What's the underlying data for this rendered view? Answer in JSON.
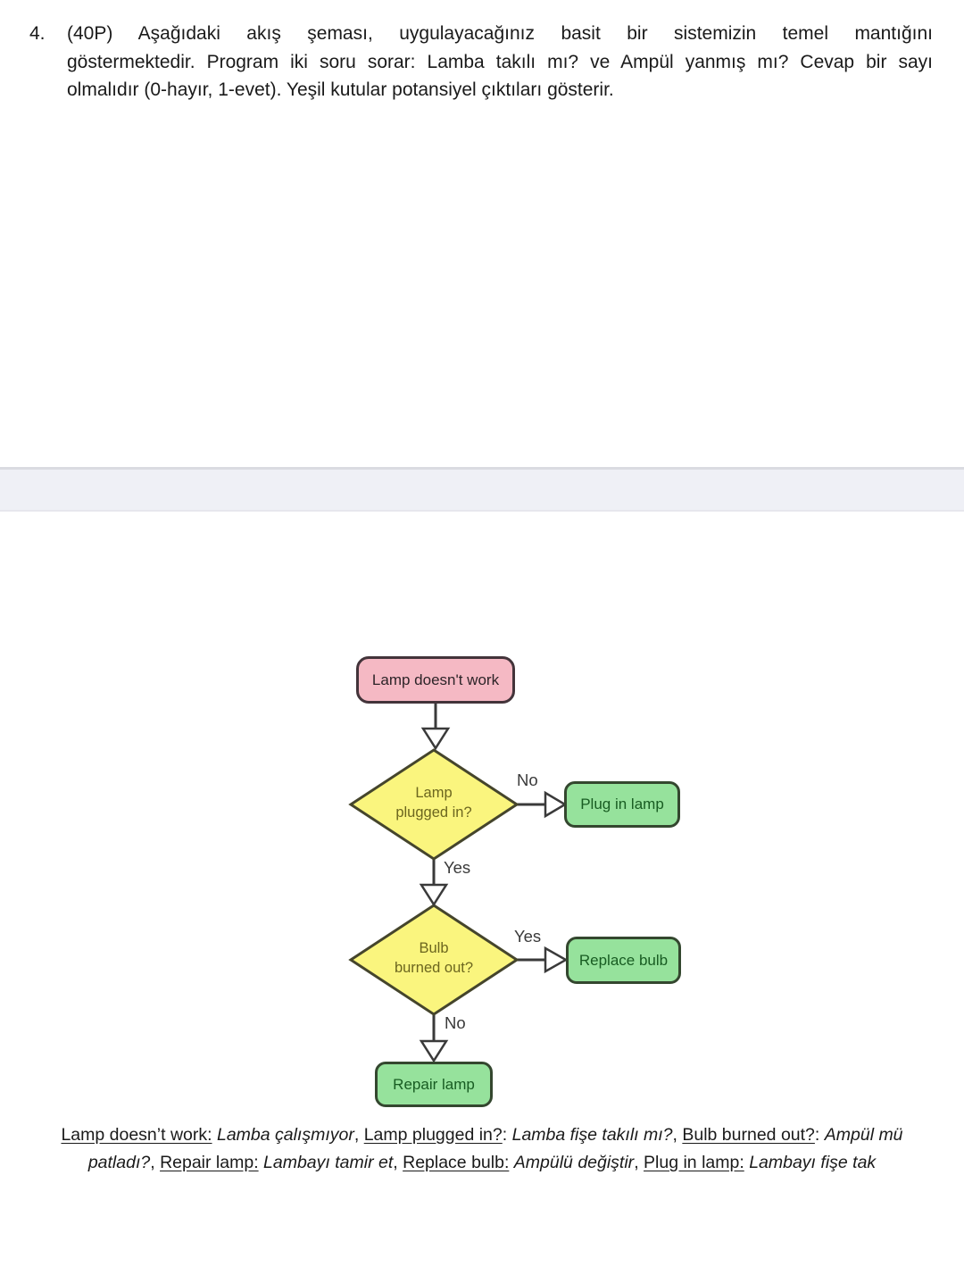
{
  "question": {
    "number": "4.",
    "lines": [
      "(40P) Aşağıdaki akış şeması, uygulayacağınız basit bir sistemizin temel mantığını",
      "göstermektedir. Program iki soru sorar: Lamba takılı mı? ve Ampül yanmış mı? Cevap bir sayı",
      "olmalıdır (0-hayır, 1-evet). Yeşil kutular potansiyel çıktıları gösterir."
    ]
  },
  "flowchart": {
    "start_label": "Lamp doesn't work",
    "decision1_label": "Lamp\nplugged in?",
    "decision2_label": "Bulb\nburned out?",
    "outcome_plug_label": "Plug in lamp",
    "outcome_replace_label": "Replace bulb",
    "outcome_repair_label": "Repair lamp",
    "edge_labels": {
      "no1": "No",
      "yes1": "Yes",
      "yes2": "Yes",
      "no2": "No"
    }
  },
  "footnote": {
    "lines": [
      [
        {
          "t": "Lamp doesn’t work:",
          "k": "term"
        },
        {
          "t": " ",
          "k": "plain"
        },
        {
          "t": "Lamba çalışmıyor",
          "k": "trans"
        },
        {
          "t": ", ",
          "k": "plain"
        },
        {
          "t": "Lamp plugged in?",
          "k": "term"
        },
        {
          "t": ": ",
          "k": "plain"
        },
        {
          "t": "Lamba fişe takılı mı?",
          "k": "trans"
        },
        {
          "t": ", ",
          "k": "plain"
        },
        {
          "t": "Bulb burned out?",
          "k": "term"
        },
        {
          "t": ": ",
          "k": "plain"
        },
        {
          "t": "Ampül mü",
          "k": "trans"
        }
      ],
      [
        {
          "t": "patladı?",
          "k": "trans"
        },
        {
          "t": ", ",
          "k": "plain"
        },
        {
          "t": "Repair lamp:",
          "k": "term"
        },
        {
          "t": " ",
          "k": "plain"
        },
        {
          "t": "Lambayı tamir et",
          "k": "trans"
        },
        {
          "t": ", ",
          "k": "plain"
        },
        {
          "t": "Replace bulb:",
          "k": "term"
        },
        {
          "t": " ",
          "k": "plain"
        },
        {
          "t": "Ampülü değiştir",
          "k": "trans"
        },
        {
          "t": ",  ",
          "k": "plain"
        },
        {
          "t": "Plug in lamp:",
          "k": "term"
        },
        {
          "t": " ",
          "k": "plain"
        },
        {
          "t": "Lambayı fişe tak",
          "k": "trans"
        }
      ]
    ]
  },
  "colors": {
    "page_bg": "#ffffff",
    "separator_band": "#eff0f6",
    "separator_edge": "#dadbe1",
    "text": "#1a1a1a",
    "line": "#3a3a3a",
    "arrow_fill": "#ffffff",
    "start_fill": "#f5b9c4",
    "start_border": "#43343a",
    "start_text": "#2d2428",
    "decision_fill": "#faf57e",
    "decision_border": "#45452c",
    "decision_text": "#6c661f",
    "outcome_fill": "#96e29c",
    "outcome_border": "#34472f",
    "outcome_text": "#185c22"
  }
}
